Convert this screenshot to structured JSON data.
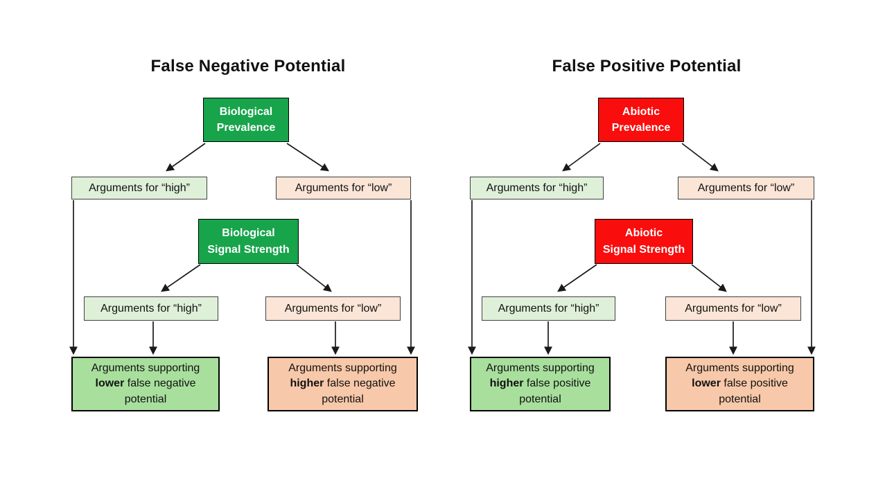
{
  "colors": {
    "biological_green": "#17a44b",
    "abiotic_red": "#f90d0d",
    "arguments_high_fill": "#dff0d9",
    "arguments_low_fill": "#fbe5d6",
    "outcome_green_fill": "#a8df9d",
    "outcome_salmon_fill": "#f7c8a9",
    "line_color": "#1a1a1a"
  },
  "false_negative": {
    "title": "False Negative Potential",
    "prevalence": {
      "line1": "Biological",
      "line2": "Prevalence"
    },
    "prevalence_high": "Arguments for “high”",
    "prevalence_low": "Arguments for “low”",
    "signal": {
      "line1": "Biological",
      "line2": "Signal Strength"
    },
    "signal_high": "Arguments for “high”",
    "signal_low": "Arguments for “low”",
    "outcome_lower": {
      "prefix": "Arguments supporting",
      "keyword": "lower",
      "suffix": "false negative potential"
    },
    "outcome_higher": {
      "prefix": "Arguments supporting",
      "keyword": "higher",
      "suffix": "false negative potential"
    }
  },
  "false_positive": {
    "title": "False Positive Potential",
    "prevalence": {
      "line1": "Abiotic",
      "line2": "Prevalence"
    },
    "prevalence_high": "Arguments for “high”",
    "prevalence_low": "Arguments for “low”",
    "signal": {
      "line1": "Abiotic",
      "line2": "Signal Strength"
    },
    "signal_high": "Arguments for “high”",
    "signal_low": "Arguments for “low”",
    "outcome_higher": {
      "prefix": "Arguments supporting",
      "keyword": "higher",
      "suffix": "false positive potential"
    },
    "outcome_lower": {
      "prefix": "Arguments supporting",
      "keyword": "lower",
      "suffix": "false positive potential"
    }
  }
}
